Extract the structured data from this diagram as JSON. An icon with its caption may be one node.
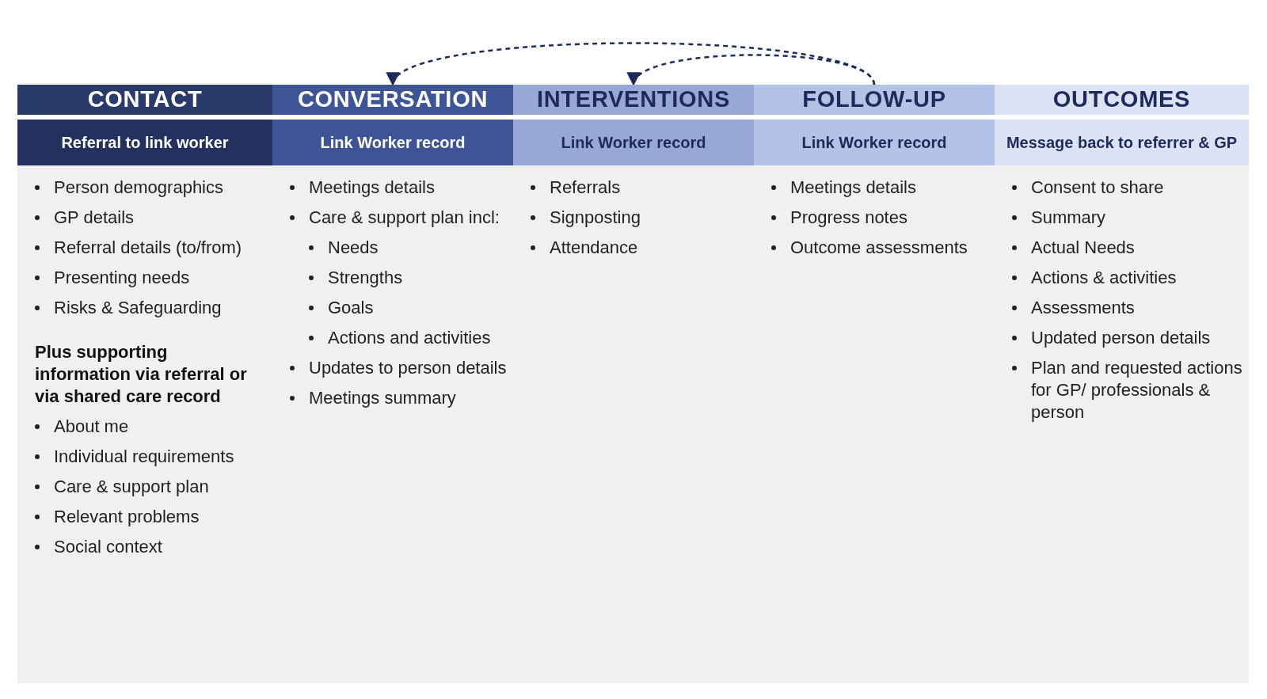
{
  "diagram": {
    "nodes": [
      {
        "text": [
          "CONTACT"
        ]
      },
      {
        "text": [
          "Referral to link worker"
        ]
      },
      {
        "text": [
          "Person demographics",
          "GP details",
          "Referral details (to/from)",
          "Presenting needs",
          "Risks & Safeguarding",
          "Plus supporting information via referral or via shared care record",
          "About me",
          "Individual requirements",
          "Care & support plan",
          "Relevant problems",
          "Social context"
        ]
      },
      {
        "text": [
          "CONVERSATION"
        ]
      },
      {
        "text": [
          "Link Worker record"
        ]
      },
      {
        "text": [
          "Meetings details",
          "Care & support plan incl:",
          "Needs",
          "Strengths",
          "Goals",
          "Actions and activities",
          "Updates to person details",
          "Meetings summary"
        ]
      },
      {
        "text": [
          "INTERVENTIONS"
        ]
      },
      {
        "text": [
          "Link Worker record"
        ]
      },
      {
        "text": [
          "Referrals",
          "Signposting",
          "Attendance"
        ]
      },
      {
        "text": [
          "FOLLOW-UP"
        ]
      },
      {
        "text": [
          "Link Worker record"
        ]
      },
      {
        "text": [
          "Meetings details",
          "Progress notes",
          "Outcome assessments"
        ]
      },
      {
        "text": [
          "OUTCOMES"
        ]
      },
      {
        "text": [
          "Message back to referrer & GP"
        ]
      },
      {
        "text": [
          "Consent to share",
          "Summary",
          "Actual Needs",
          "Actions & activities",
          "Assessments",
          "Updated person details",
          "Plan and requested actions for GP/ professionals & person"
        ]
      }
    ],
    "edges": [
      {
        "from": 9,
        "to": 3,
        "arrow": "to",
        "style": "dashed"
      },
      {
        "from": 9,
        "to": 6,
        "arrow": "to",
        "style": "dashed"
      }
    ]
  }
}
